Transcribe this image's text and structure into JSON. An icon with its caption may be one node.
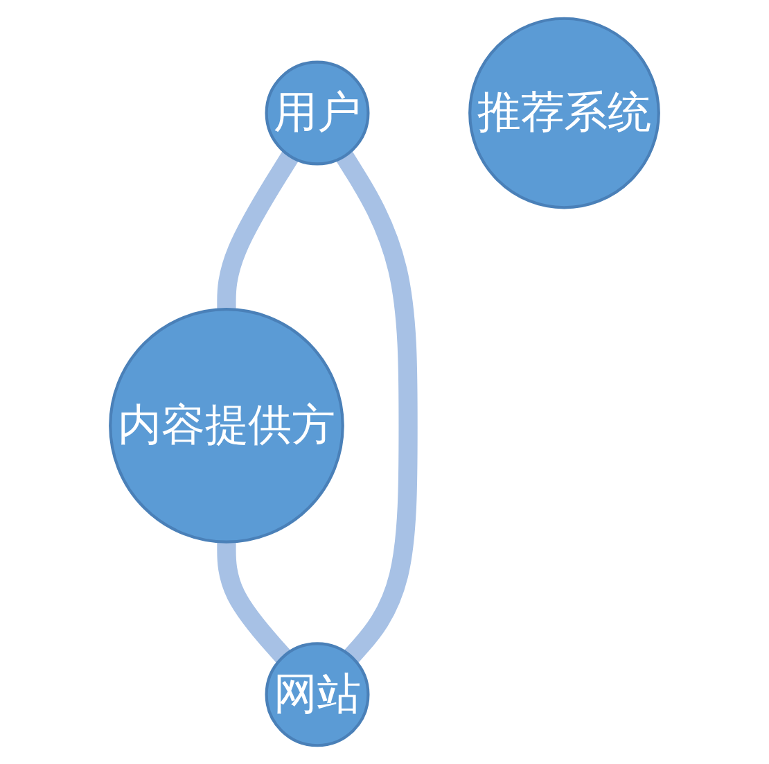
{
  "diagram": {
    "nodes": [
      {
        "text": [
          "用户"
        ]
      },
      {
        "text": [
          "推荐系统"
        ]
      },
      {
        "text": [
          "网站"
        ]
      },
      {
        "text": [
          "内容提供方"
        ]
      }
    ],
    "edges": [
      {
        "from": 0,
        "to": 3,
        "arrow": "none"
      },
      {
        "from": 3,
        "to": 2,
        "arrow": "none"
      },
      {
        "from": 2,
        "to": 0,
        "arrow": "none"
      }
    ]
  }
}
